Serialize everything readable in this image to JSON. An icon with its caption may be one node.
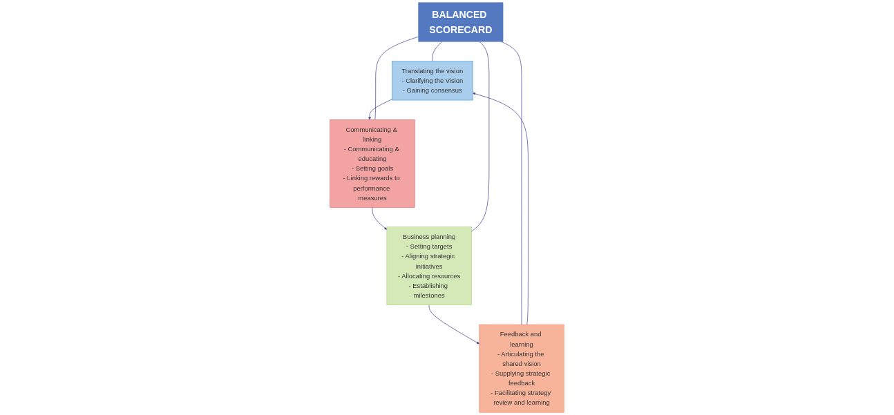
{
  "diagram": {
    "nodes": [
      {
        "text": [
          "Translating the vision",
          "- Clarifying the Vision",
          "- Gaining consensus"
        ]
      },
      {
        "text": [
          "Communicating & linking",
          "- Communicating & educating",
          "- Setting goals",
          "- Linking rewards to performance measures"
        ]
      },
      {
        "text": [
          "BALANCED SCORECARD"
        ]
      },
      {
        "text": [
          "Feedback and learning",
          "- Articulating the shared vision",
          "- Supplying strategic feedback",
          "- Facilitating strategy review and learning"
        ]
      },
      {
        "text": [
          "Business planning",
          "- Setting targets",
          "- Aligning strategic initiatives",
          "- Allocating resources",
          "- Establishing milestones"
        ]
      }
    ],
    "edges": [
      {
        "from": 0,
        "to": 1,
        "arrow": "to"
      },
      {
        "from": 1,
        "to": 4,
        "arrow": "to"
      },
      {
        "from": 4,
        "to": 3,
        "arrow": "to"
      },
      {
        "from": 3,
        "to": 0,
        "arrow": "to"
      },
      {
        "from": 2,
        "to": 0,
        "arrow": "none"
      },
      {
        "from": 2,
        "to": 1,
        "arrow": "none"
      },
      {
        "from": 2,
        "to": 3,
        "arrow": "none"
      },
      {
        "from": 2,
        "to": 4,
        "arrow": "none"
      }
    ]
  }
}
